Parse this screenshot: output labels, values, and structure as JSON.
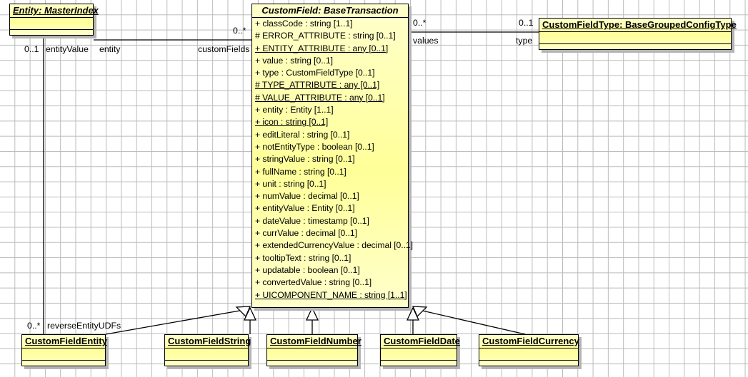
{
  "diagram": {
    "kind": "uml-class-diagram",
    "background": "#ffffff",
    "grid_color": "#bbbbbb",
    "class_fill": "#ffff99",
    "class_border": "#000000",
    "shadow_color": "#b4b4b4"
  },
  "classes": {
    "entity_master_index": {
      "title": "Entity: MasterIndex",
      "attributes": []
    },
    "custom_field": {
      "title": "CustomField: BaseTransaction",
      "attributes": [
        {
          "text": "+ classCode : string [1..1]",
          "static": false
        },
        {
          "text": "# ERROR_ATTRIBUTE : string [0..1]",
          "static": false
        },
        {
          "text": "+ ENTITY_ATTRIBUTE : any [0..1]",
          "static": true
        },
        {
          "text": "+ value : string [0..1]",
          "static": false
        },
        {
          "text": "+ type : CustomFieldType [0..1]",
          "static": false
        },
        {
          "text": "# TYPE_ATTRIBUTE : any [0..1]",
          "static": true
        },
        {
          "text": "# VALUE_ATTRIBUTE : any [0..1]",
          "static": true
        },
        {
          "text": "+ entity : Entity [1..1]",
          "static": false
        },
        {
          "text": "+ icon : string [0..1]",
          "static": true
        },
        {
          "text": "+ editLiteral : string [0..1]",
          "static": false
        },
        {
          "text": "+ notEntityType : boolean [0..1]",
          "static": false
        },
        {
          "text": "+ stringValue : string [0..1]",
          "static": false
        },
        {
          "text": "+ fullName : string [0..1]",
          "static": false
        },
        {
          "text": "+ unit : string [0..1]",
          "static": false
        },
        {
          "text": "+ numValue : decimal [0..1]",
          "static": false
        },
        {
          "text": "+ entityValue : Entity [0..1]",
          "static": false
        },
        {
          "text": "+ dateValue : timestamp [0..1]",
          "static": false
        },
        {
          "text": "+ currValue : decimal [0..1]",
          "static": false
        },
        {
          "text": "+ extendedCurrencyValue : decimal [0..1]",
          "static": false
        },
        {
          "text": "+ tooltipText : string [0..1]",
          "static": false
        },
        {
          "text": "+ updatable : boolean [0..1]",
          "static": false
        },
        {
          "text": "+ convertedValue : string [0..1]",
          "static": false
        },
        {
          "text": "+ UICOMPONENT_NAME : string [1..1]",
          "static": true
        }
      ]
    },
    "custom_field_type": {
      "title": "CustomFieldType: BaseGroupedConfigType",
      "attributes": []
    },
    "custom_field_entity": {
      "title": "CustomFieldEntity",
      "attributes": []
    },
    "custom_field_string": {
      "title": "CustomFieldString",
      "attributes": []
    },
    "custom_field_number": {
      "title": "CustomFieldNumber",
      "attributes": []
    },
    "custom_field_date": {
      "title": "CustomFieldDate",
      "attributes": []
    },
    "custom_field_currency": {
      "title": "CustomFieldCurrency",
      "attributes": []
    }
  },
  "associations": {
    "entity_to_customfield": {
      "source_multiplicity": "0..1",
      "source_role": "entityValue",
      "target_role": "entity",
      "far_role": "customFields",
      "far_multiplicity": "0..*"
    },
    "customfield_to_type": {
      "source_multiplicity": "0..*",
      "source_role": "values",
      "target_multiplicity": "0..1",
      "target_role": "type"
    },
    "entity_to_customfieldentity": {
      "multiplicity": "0..*",
      "role": "reverseEntityUDFs"
    }
  }
}
